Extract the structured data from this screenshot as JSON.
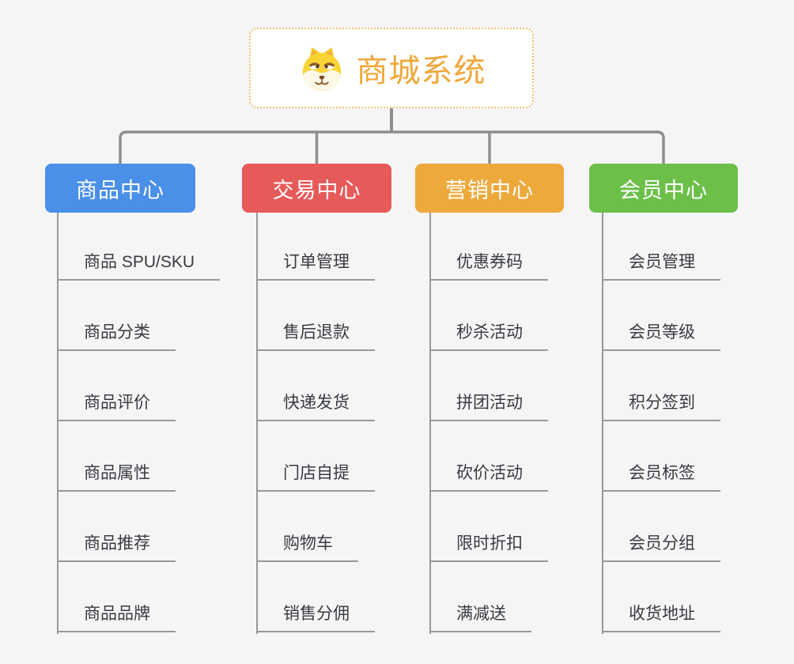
{
  "root": {
    "title": "商城系统",
    "icon": "dog-logo-icon"
  },
  "branches": [
    {
      "name": "product-center",
      "label": "商品中心",
      "color": "#4A8FE8",
      "children": [
        "商品 SPU/SKU",
        "商品分类",
        "商品评价",
        "商品属性",
        "商品推荐",
        "商品品牌"
      ]
    },
    {
      "name": "trade-center",
      "label": "交易中心",
      "color": "#E65A5A",
      "children": [
        "订单管理",
        "售后退款",
        "快递发货",
        "门店自提",
        "购物车",
        "销售分佣"
      ]
    },
    {
      "name": "marketing-center",
      "label": "营销中心",
      "color": "#EDA93C",
      "children": [
        "优惠券码",
        "秒杀活动",
        "拼团活动",
        "砍价活动",
        "限时折扣",
        "满减送"
      ]
    },
    {
      "name": "member-center",
      "label": "会员中心",
      "color": "#6CC04A",
      "children": [
        "会员管理",
        "会员等级",
        "积分签到",
        "会员标签",
        "会员分组",
        "收货地址"
      ]
    }
  ],
  "colors": {
    "background": "#F5F5F6",
    "root_border": "#F2BE6B",
    "root_title": "#F0A73A",
    "connector": "#8E8E8E",
    "child_line": "#97999B",
    "child_text": "#383B40",
    "branch_text": "#FFFFFF"
  }
}
